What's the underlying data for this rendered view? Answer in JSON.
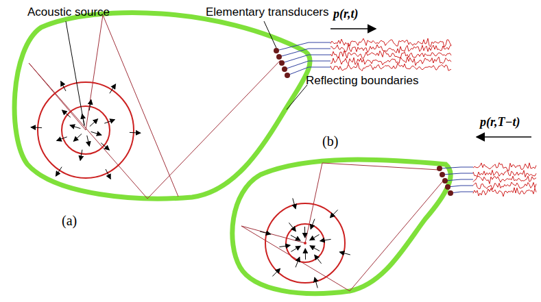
{
  "diagram": {
    "labels": [
      "Acoustic source",
      "Elementary transducers",
      "p(r,t)",
      "Reflecting boundaries",
      "(a)",
      "(b)",
      "p(r,T−t)"
    ]
  }
}
